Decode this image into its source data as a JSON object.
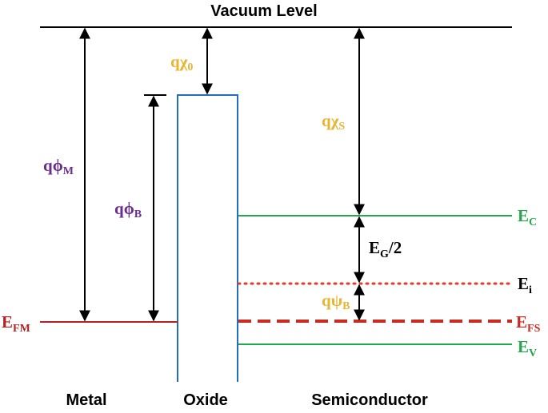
{
  "colors": {
    "black": "#000000",
    "metal": "#b22222",
    "oxide": "#1f6fbf",
    "band": "#22aa4a",
    "fermi": "#cc2a1f",
    "intrinsic": "#e53a2a",
    "chi": "#e8b531",
    "phi": "#6b2d8c"
  },
  "labels": {
    "vacuum_level": "Vacuum Level",
    "metal": "Metal",
    "oxide": "Oxide",
    "semiconductor": "Semiconductor",
    "q_chi_0": {
      "q": "q",
      "sym": "χ",
      "sub": "0"
    },
    "q_chi_s": {
      "q": "q",
      "sym": "χ",
      "sub": "S"
    },
    "q_phi_m": {
      "q": "q",
      "sym": "ϕ",
      "sub": "M"
    },
    "q_phi_b": {
      "q": "q",
      "sym": "ϕ",
      "sub": "B"
    },
    "q_psi_b": {
      "q": "q",
      "sym": "ψ",
      "sub": "B"
    },
    "eg_half": {
      "main": "E",
      "sub": "G",
      "tail": "/2"
    },
    "e_c": {
      "main": "E",
      "sub": "C"
    },
    "e_i": {
      "main": "E",
      "sub": "i"
    },
    "e_fs": {
      "main": "E",
      "sub": "FS"
    },
    "e_v": {
      "main": "E",
      "sub": "V"
    },
    "e_fm": {
      "main": "E",
      "sub": "FM"
    }
  }
}
